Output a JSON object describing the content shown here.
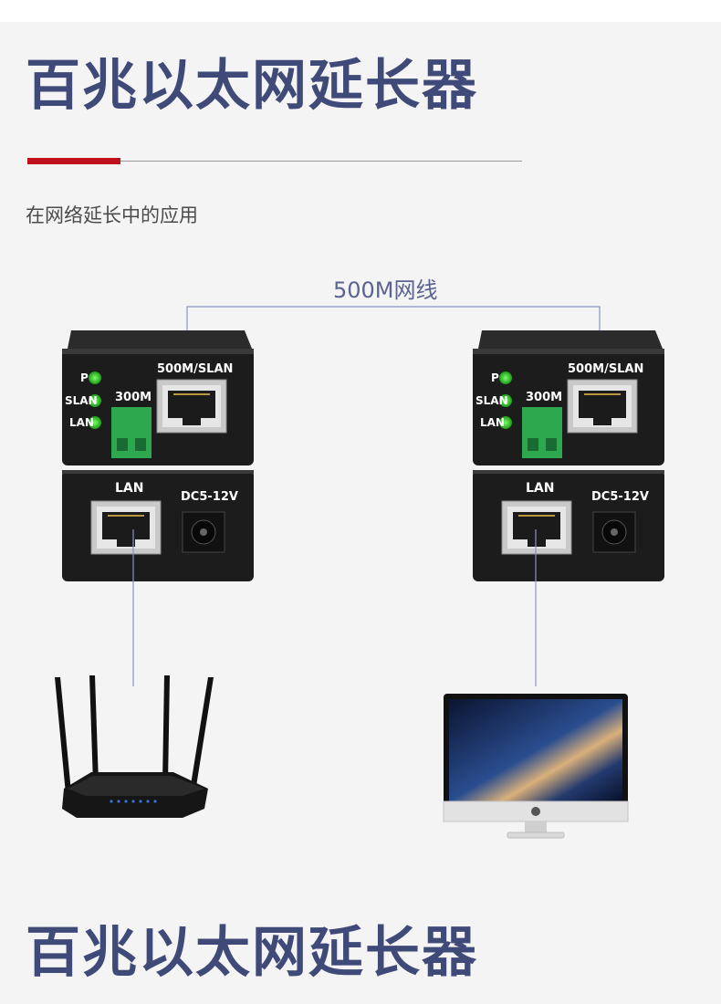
{
  "header": {
    "title": "百兆以太网延长器",
    "subtitle": "在网络延长中的应用"
  },
  "cable": {
    "label": "500M网线"
  },
  "extender": {
    "upper_port_label": "500M/SLAN",
    "terminal_label": "300M",
    "leds": [
      "P",
      "SLAN",
      "LAN"
    ],
    "lower_port_label": "LAN",
    "power_label": "DC5-12V"
  },
  "footer": {
    "title": "百兆以太网延长器"
  },
  "colors": {
    "title": "#3f4a78",
    "accent_red": "#c0111b",
    "line_blue": "#8b92c4",
    "device_body": "#1c1c1c",
    "led_green": "#27c21e",
    "terminal_green": "#2ea84f"
  }
}
